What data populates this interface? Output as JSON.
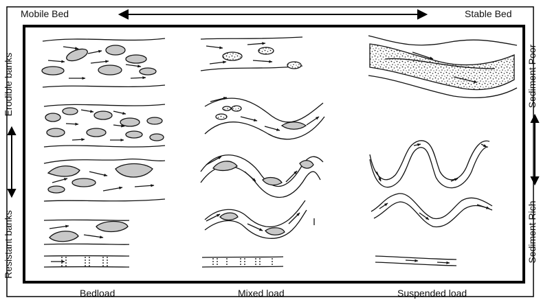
{
  "top": {
    "left": "Mobile Bed",
    "right": "Stable Bed"
  },
  "bottom": {
    "left": "Bedload",
    "middle": "Mixed load",
    "right": "Suspended load"
  },
  "left_side": {
    "top": "Erodible banks",
    "bottom": "Resistant banks"
  },
  "right_side": {
    "top": "Sediment Poor",
    "bottom": "Sediment Rich"
  },
  "colors": {
    "ink": "#111111",
    "bar_fill": "#c8c8c8",
    "frame": "#000000"
  }
}
